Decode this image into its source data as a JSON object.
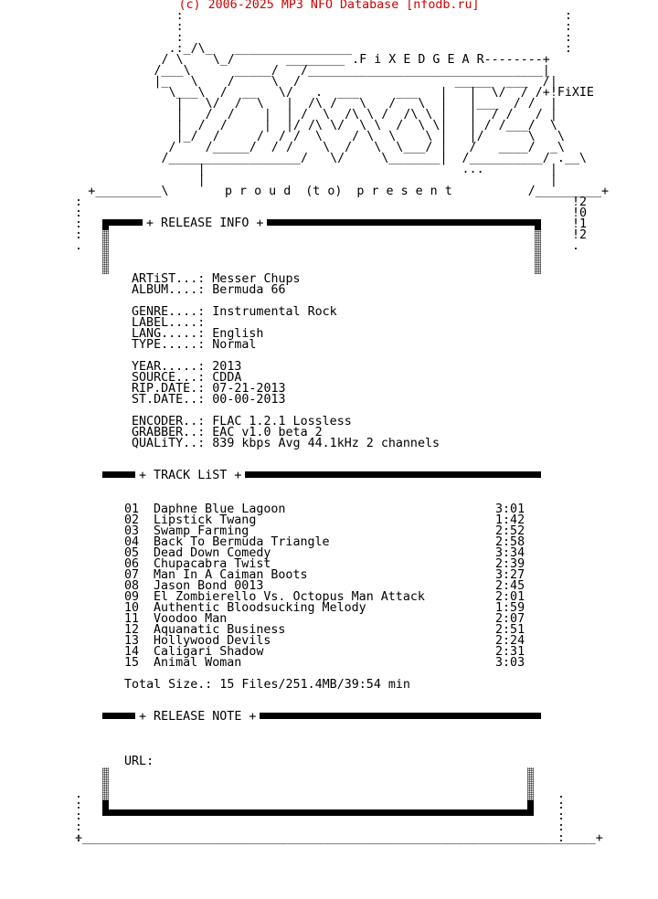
{
  "credit": "(c) 2006-2025 MP3 NFO Database [nfodb.ru]",
  "logo": {
    "group": "FiXEDGEAR",
    "tag": "FiXIE",
    "tagline": "p r o u d  (t o)  p r e s e n t",
    "year": "2012"
  },
  "sections": {
    "release_info": "+ RELEASE INFO +",
    "track_list": "+ TRACK LiST +",
    "release_note": "+ RELEASE NOTE +"
  },
  "release": {
    "artist_label": "ARTiST...:",
    "artist": "Messer Chups",
    "album_label": "ALBUM....:",
    "album": "Bermuda 66",
    "genre_label": "GENRE....:",
    "genre": "Instrumental Rock",
    "label_label": "LABEL....:",
    "label": "",
    "lang_label": "LANG.....:",
    "lang": "English",
    "type_label": "TYPE.....:",
    "type": "Normal",
    "year_label": "YEAR.....:",
    "year": "2013",
    "source_label": "SOURCE...:",
    "source": "CDDA",
    "ripdate_label": "RIP.DATE.:",
    "ripdate": "07-21-2013",
    "stdate_label": "ST.DATE..:",
    "stdate": "00-00-2013",
    "encoder_label": "ENCODER..:",
    "encoder": "FLAC 1.2.1 Lossless",
    "grabber_label": "GRABBER..:",
    "grabber": "EAC v1.0 beta 2",
    "quality_label": "QUALiTY..:",
    "quality": "839 kbps Avg 44.1kHz 2 channels"
  },
  "tracks": [
    {
      "no": "01",
      "title": "Daphne Blue Lagoon",
      "time": "3:01"
    },
    {
      "no": "02",
      "title": "Lipstick Twang",
      "time": "1:42"
    },
    {
      "no": "03",
      "title": "Swamp Farming",
      "time": "2:52"
    },
    {
      "no": "04",
      "title": "Back To Bermuda Triangle",
      "time": "2:58"
    },
    {
      "no": "05",
      "title": "Dead Down Comedy",
      "time": "3:34"
    },
    {
      "no": "06",
      "title": "Chupacabra Twist",
      "time": "2:39"
    },
    {
      "no": "07",
      "title": "Man In A Caiman Boots",
      "time": "3:27"
    },
    {
      "no": "08",
      "title": "Jason Bond 0013",
      "time": "2:45"
    },
    {
      "no": "09",
      "title": "El Zombierello Vs. Octopus Man Attack",
      "time": "2:01"
    },
    {
      "no": "10",
      "title": "Authentic Bloodsucking Melody",
      "time": "1:59"
    },
    {
      "no": "11",
      "title": "Voodoo Man",
      "time": "2:07"
    },
    {
      "no": "12",
      "title": "Aquanatic Business",
      "time": "2:51"
    },
    {
      "no": "13",
      "title": "Hollywood Devils",
      "time": "2:24"
    },
    {
      "no": "14",
      "title": "Caligari Shadow",
      "time": "2:31"
    },
    {
      "no": "15",
      "title": "Animal Woman",
      "time": "3:03"
    }
  ],
  "total": "Total Size.: 15 Files/251.4MB/39:54 min",
  "url_label": "URL:"
}
